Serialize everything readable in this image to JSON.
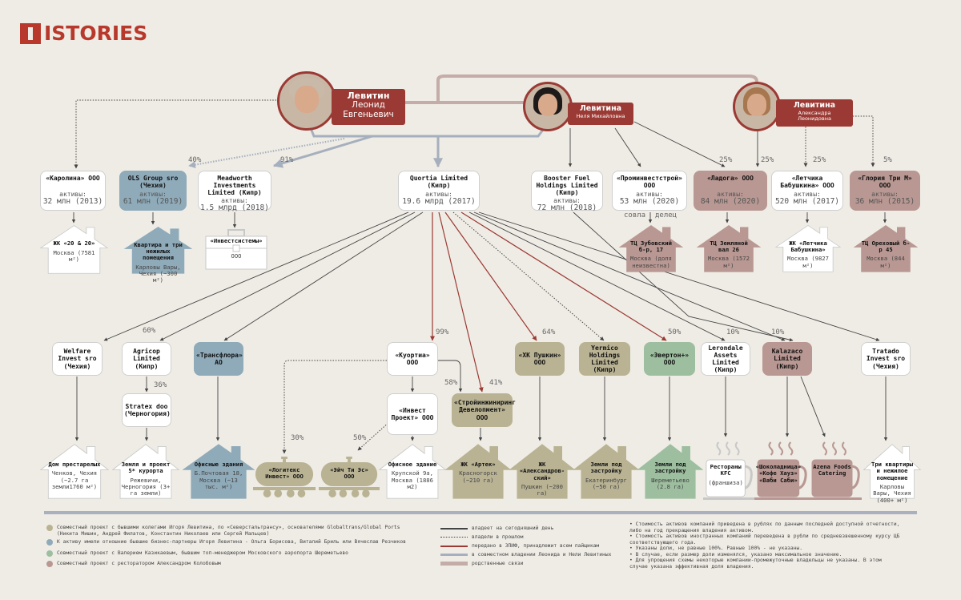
{
  "logo": "ISTORIES",
  "colors": {
    "white": "#ffffff",
    "tan": "#b9b394",
    "blue": "#8fabba",
    "green": "#9dbf9f",
    "mauve": "#b99893",
    "red": "#9b3a34",
    "joint": "#a6afbd",
    "kin": "#c4aca8"
  },
  "people": [
    {
      "id": "leonid",
      "surname": "Левитин",
      "name": "Леонид",
      "patronymic": "Евгеньевич"
    },
    {
      "id": "nelya",
      "surname": "Левитина",
      "name": "Неля Михайловна"
    },
    {
      "id": "alexandra",
      "surname": "Левитина",
      "name": "Александра Леонидовна"
    }
  ],
  "assets_label": "активы:",
  "companies": [
    {
      "id": "karolina",
      "name": "«Каролина» ООО",
      "assets": "32 млн (2013)",
      "color": "white"
    },
    {
      "id": "ols",
      "name": "OLS Group sro (Чехия)",
      "assets": "61 млн (2019)",
      "color": "blue"
    },
    {
      "id": "meadworth",
      "name": "Meadworth Investments Limited (Кипр)",
      "assets": "1.5 млрд (2018)",
      "color": "white"
    },
    {
      "id": "quortia",
      "name": "Quortia Limited (Кипр)",
      "assets": "19.6 млрд (2017)",
      "color": "white"
    },
    {
      "id": "booster",
      "name": "Booster Fuel Holdings Limited (Кипр)",
      "assets": "72 млн (2018)",
      "color": "white"
    },
    {
      "id": "prom",
      "name": "«Проминвестстрой» ООО",
      "assets": "53 млн (2020)",
      "color": "white"
    },
    {
      "id": "ladoga",
      "name": "«Ладога» ООО",
      "assets": "84 млн (2020)",
      "color": "mauve"
    },
    {
      "id": "letchika",
      "name": "«Летчика Бабушкина» ООО",
      "assets": "520 млн (2017)",
      "color": "white"
    },
    {
      "id": "gloria",
      "name": "«Глория Три М» ООО",
      "assets": "36 млн (2015)",
      "color": "mauve"
    },
    {
      "id": "welfare",
      "name": "Welfare Invest sro (Чехия)",
      "color": "white"
    },
    {
      "id": "agricop",
      "name": "Agricop Limited (Кипр)",
      "color": "white"
    },
    {
      "id": "stratex",
      "name": "Stratex doo (Черногория)",
      "color": "white"
    },
    {
      "id": "transflora",
      "name": "«Трансфлора» АО",
      "color": "blue"
    },
    {
      "id": "kuortia",
      "name": "«Куортиа» ООО",
      "color": "white"
    },
    {
      "id": "investproekt",
      "name": "«Инвест Проект» ООО",
      "color": "white"
    },
    {
      "id": "stroying",
      "name": "«Стройинжиниринг Девелопмент» ООО",
      "color": "tan"
    },
    {
      "id": "pushkin",
      "name": "«ХК Пушкин» ООО",
      "color": "tan"
    },
    {
      "id": "yermico",
      "name": "Yermico Holdings Limited (Кипр)",
      "color": "tan"
    },
    {
      "id": "everton",
      "name": "«Эвертон+» ООО",
      "color": "green"
    },
    {
      "id": "lerondale",
      "name": "Lerondale Assets Limited (Кипр)",
      "color": "white"
    },
    {
      "id": "kalazaco",
      "name": "Kalazaco Limited (Кипр)",
      "color": "mauve"
    },
    {
      "id": "tratado",
      "name": "Tratado Invest sro (Чехия)",
      "color": "white"
    }
  ],
  "assets": [
    {
      "id": "a_karolina",
      "shape": "house",
      "title": "ЖК «20 & 20»",
      "sub": "Москва (7581 м²)",
      "color": "white"
    },
    {
      "id": "a_ols",
      "shape": "house",
      "title": "Квартира и три нежилых помещения",
      "sub": "Карловы Вары, Чехия (~300 м²)",
      "color": "blue"
    },
    {
      "id": "a_invest",
      "shape": "briefcase",
      "title": "«Инвестсистемы»",
      "sub": "ООО",
      "color": "white"
    },
    {
      "id": "a_zubov",
      "shape": "house",
      "title": "ТЦ Зубовский б-р, 17",
      "sub": "Москва (доля неизвестна)",
      "color": "mauve"
    },
    {
      "id": "a_zemlyanoy",
      "shape": "house",
      "title": "ТЦ Земляной вал 26",
      "sub": "Москва (1572 м²)",
      "color": "mauve"
    },
    {
      "id": "a_letchika",
      "shape": "house",
      "title": "ЖК «Летчика Бабушкина»",
      "sub": "Москва (9827 м²)",
      "color": "white"
    },
    {
      "id": "a_orekhovy",
      "shape": "house",
      "title": "ТЦ Ореховый б-р 45",
      "sub": "Москва (844 м²)",
      "color": "mauve"
    },
    {
      "id": "a_dom",
      "shape": "house",
      "title": "Дом престарелых",
      "sub": "Ченков, Чехия (~2.7 га земли1760 м²)",
      "color": "white"
    },
    {
      "id": "a_zemlya",
      "shape": "house",
      "title": "Земля и проект 5* курорта",
      "sub": "Режевичи, Черногория (3+ га земли)",
      "color": "white"
    },
    {
      "id": "a_office",
      "shape": "house",
      "title": "Офисные здания",
      "sub": "Б.Почтовая 18, Москва (~13 тыс. м²)",
      "color": "blue"
    },
    {
      "id": "a_logitex",
      "shape": "tank",
      "title": "«Логитекс Инвест» ООО",
      "sub": "",
      "color": "tan"
    },
    {
      "id": "a_hts",
      "shape": "tank",
      "title": "«Эйч Ти Эс» ООО",
      "sub": "",
      "color": "tan"
    },
    {
      "id": "a_office2",
      "shape": "house",
      "title": "Офисное здание",
      "sub": "Крупской 9а, Москва (1886 м2)",
      "color": "white"
    },
    {
      "id": "a_artek",
      "shape": "house",
      "title": "ЖК «Артек»",
      "sub": "Красногорск (~210 га)",
      "color": "tan"
    },
    {
      "id": "a_alex",
      "shape": "house",
      "title": "ЖК «Александров-ский»",
      "sub": "Пушкин (~200 га)",
      "color": "tan"
    },
    {
      "id": "a_ekb",
      "shape": "house",
      "title": "Земли под застройку",
      "sub": "Екатеринбург (~50 га)",
      "color": "tan"
    },
    {
      "id": "a_sher",
      "shape": "house",
      "title": "Земли под застройку",
      "sub": "Шереметьево (2.8 га)",
      "color": "green"
    },
    {
      "id": "a_kfc",
      "shape": "cup",
      "title": "Рестораны KFC",
      "sub": "(франшиза)",
      "color": "white"
    },
    {
      "id": "a_shok",
      "shape": "cup",
      "title": "«Шоколадница» «Кофе Хауз» «Ваби Саби»",
      "sub": "",
      "color": "mauve"
    },
    {
      "id": "a_azena",
      "shape": "cup",
      "title": "Azena Foods Catering",
      "sub": "",
      "color": "mauve"
    },
    {
      "id": "a_tri",
      "shape": "house",
      "title": "Три квартиры и нежилое помещение",
      "sub": "Карловы Вары, Чехия (400+ м²)",
      "color": "white"
    }
  ],
  "percents": [
    {
      "id": "p_ols",
      "value": "40%"
    },
    {
      "id": "p_mead",
      "value": "91%"
    },
    {
      "id": "p_lad1",
      "value": "25%"
    },
    {
      "id": "p_lad2",
      "value": "25%"
    },
    {
      "id": "p_let",
      "value": "25%"
    },
    {
      "id": "p_glo",
      "value": "5%"
    },
    {
      "id": "p_agr",
      "value": "60%"
    },
    {
      "id": "p_str",
      "value": "36%"
    },
    {
      "id": "p_kuo",
      "value": "99%"
    },
    {
      "id": "p_sdev1",
      "value": "58%"
    },
    {
      "id": "p_sdev2",
      "value": "41%"
    },
    {
      "id": "p_log",
      "value": "30%"
    },
    {
      "id": "p_hts",
      "value": "50%"
    },
    {
      "id": "p_push",
      "value": "64%"
    },
    {
      "id": "p_ev",
      "value": "50%"
    },
    {
      "id": "p_ler",
      "value": "10%"
    },
    {
      "id": "p_kal",
      "value": "10%"
    },
    {
      "id": "p_sovla",
      "value": "совла"
    },
    {
      "id": "p_delec",
      "value": "делец"
    }
  ],
  "legend": {
    "groups": [
      {
        "color": "tan",
        "text": "Совместный проект с бывшими колегами Игоря Левитина, по «Северстальтрансу», основателями Globaltrans/Global Ports (Никита Мишин, Андрей Филатов, Константин Николаев или Сергей Мальцев)"
      },
      {
        "color": "blue",
        "text": "К активу имели отношние бывшие бизнес-партнеры Игоря Левитина - Ольга Борисова, Виталий Бриль или Вячеслав Резчиков"
      },
      {
        "color": "green",
        "text": "Совместный проект с Валерием Казикаевым, бывшим топ-менеджером Московского аэропорта Шереметьево"
      },
      {
        "color": "mauve",
        "text": "Совместный проект с ресторатором Александром Колобовым"
      }
    ],
    "keys": [
      {
        "style": "solid",
        "text": "владеет на сегодняшний день"
      },
      {
        "style": "dotted",
        "text": "владели в прошлом"
      },
      {
        "style": "red",
        "text": "передано в ЗПИФ, принадлежит всем пайщикам"
      },
      {
        "style": "joint",
        "text": "в совместном владении Леонида и Нели Левитиных"
      },
      {
        "style": "kin",
        "text": "родственные связи"
      }
    ]
  },
  "notes": [
    "Стоимость активов компаний приведена в рублях по данным последней доступной отчетности, либо на год прекращения владения активом.",
    "Стоимость активов иностранных компаний переведена в рубли по средневзвешенному курсу ЦБ соответствующего года.",
    "Указаны доли, не равные 100%. Равные 100% - не указаны.",
    "В случае, если размер доли изменялся, указано максимальное значение.",
    "Для упрощения схемы некоторые компании-промежуточные владельцы не указаны. В этом случае указана эффективная доля владения."
  ]
}
